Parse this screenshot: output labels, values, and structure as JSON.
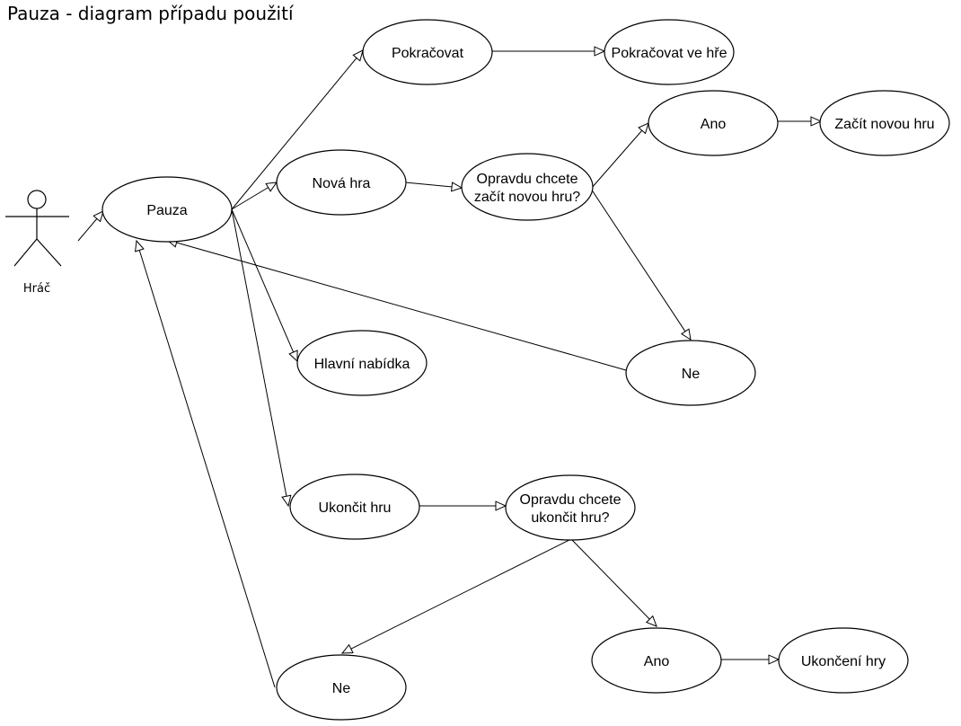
{
  "title": "Pauza - diagram případu použití",
  "actor": {
    "label": "Hráč"
  },
  "nodes": [
    {
      "id": "pauza",
      "lines": [
        "Pauza"
      ]
    },
    {
      "id": "pokracovat",
      "lines": [
        "Pokračovat"
      ]
    },
    {
      "id": "pokracovat-ve-hre",
      "lines": [
        "Pokračovat ve hře"
      ]
    },
    {
      "id": "nova-hra",
      "lines": [
        "Nová hra"
      ]
    },
    {
      "id": "opravdu-nova",
      "lines": [
        "Opravdu chcete",
        "začít novou hru?"
      ]
    },
    {
      "id": "ano-nova",
      "lines": [
        "Ano"
      ]
    },
    {
      "id": "zacit-novou-hru",
      "lines": [
        "Začít novou hru"
      ]
    },
    {
      "id": "ne-nova",
      "lines": [
        "Ne"
      ]
    },
    {
      "id": "hlavni-nabidka",
      "lines": [
        "Hlavní nabídka"
      ]
    },
    {
      "id": "ukoncit-hru",
      "lines": [
        "Ukončit hru"
      ]
    },
    {
      "id": "opravdu-ukoncit",
      "lines": [
        "Opravdu chcete",
        "ukončit hru?"
      ]
    },
    {
      "id": "ano-ukoncit",
      "lines": [
        "Ano"
      ]
    },
    {
      "id": "ukonceni-hry",
      "lines": [
        "Ukončení hry"
      ]
    },
    {
      "id": "ne-ukoncit",
      "lines": [
        "Ne"
      ]
    }
  ],
  "edges": [
    {
      "from": "hrac",
      "to": "pauza"
    },
    {
      "from": "pauza",
      "to": "pokracovat"
    },
    {
      "from": "pokracovat",
      "to": "pokracovat-ve-hre"
    },
    {
      "from": "pauza",
      "to": "nova-hra"
    },
    {
      "from": "nova-hra",
      "to": "opravdu-nova"
    },
    {
      "from": "opravdu-nova",
      "to": "ano-nova"
    },
    {
      "from": "ano-nova",
      "to": "zacit-novou-hru"
    },
    {
      "from": "opravdu-nova",
      "to": "ne-nova"
    },
    {
      "from": "ne-nova",
      "to": "pauza"
    },
    {
      "from": "pauza",
      "to": "hlavni-nabidka"
    },
    {
      "from": "pauza",
      "to": "ukoncit-hru"
    },
    {
      "from": "ukoncit-hru",
      "to": "opravdu-ukoncit"
    },
    {
      "from": "opravdu-ukoncit",
      "to": "ano-ukoncit"
    },
    {
      "from": "ano-ukoncit",
      "to": "ukonceni-hry"
    },
    {
      "from": "opravdu-ukoncit",
      "to": "ne-ukoncit"
    },
    {
      "from": "ne-ukoncit",
      "to": "pauza"
    }
  ]
}
